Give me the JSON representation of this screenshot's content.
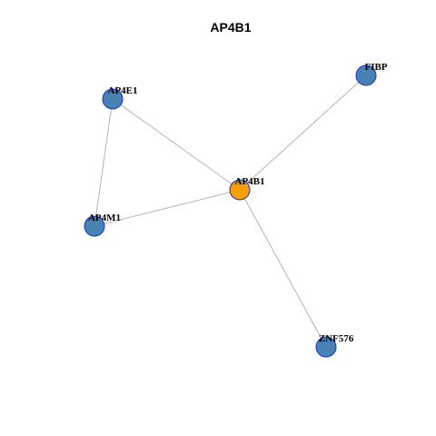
{
  "title": "AP4B1",
  "colors": {
    "center_node": "#f59f00",
    "neighbor_node": "#4682b4",
    "node_border": "#1f2fd0",
    "edge": "#b3b3b3"
  },
  "nodes": [
    {
      "id": "AP4B1",
      "label": "AP4B1",
      "role": "center"
    },
    {
      "id": "AP4E1",
      "label": "AP4E1",
      "role": "neighbor"
    },
    {
      "id": "AP4M1",
      "label": "AP4M1",
      "role": "neighbor"
    },
    {
      "id": "FIBP",
      "label": "FIBP",
      "role": "neighbor"
    },
    {
      "id": "ZNF576",
      "label": "ZNF576",
      "role": "neighbor"
    }
  ],
  "edges": [
    {
      "source": "AP4E1",
      "target": "AP4M1"
    },
    {
      "source": "AP4E1",
      "target": "AP4B1"
    },
    {
      "source": "AP4M1",
      "target": "AP4B1"
    },
    {
      "source": "FIBP",
      "target": "AP4B1"
    },
    {
      "source": "ZNF576",
      "target": "AP4B1"
    }
  ]
}
